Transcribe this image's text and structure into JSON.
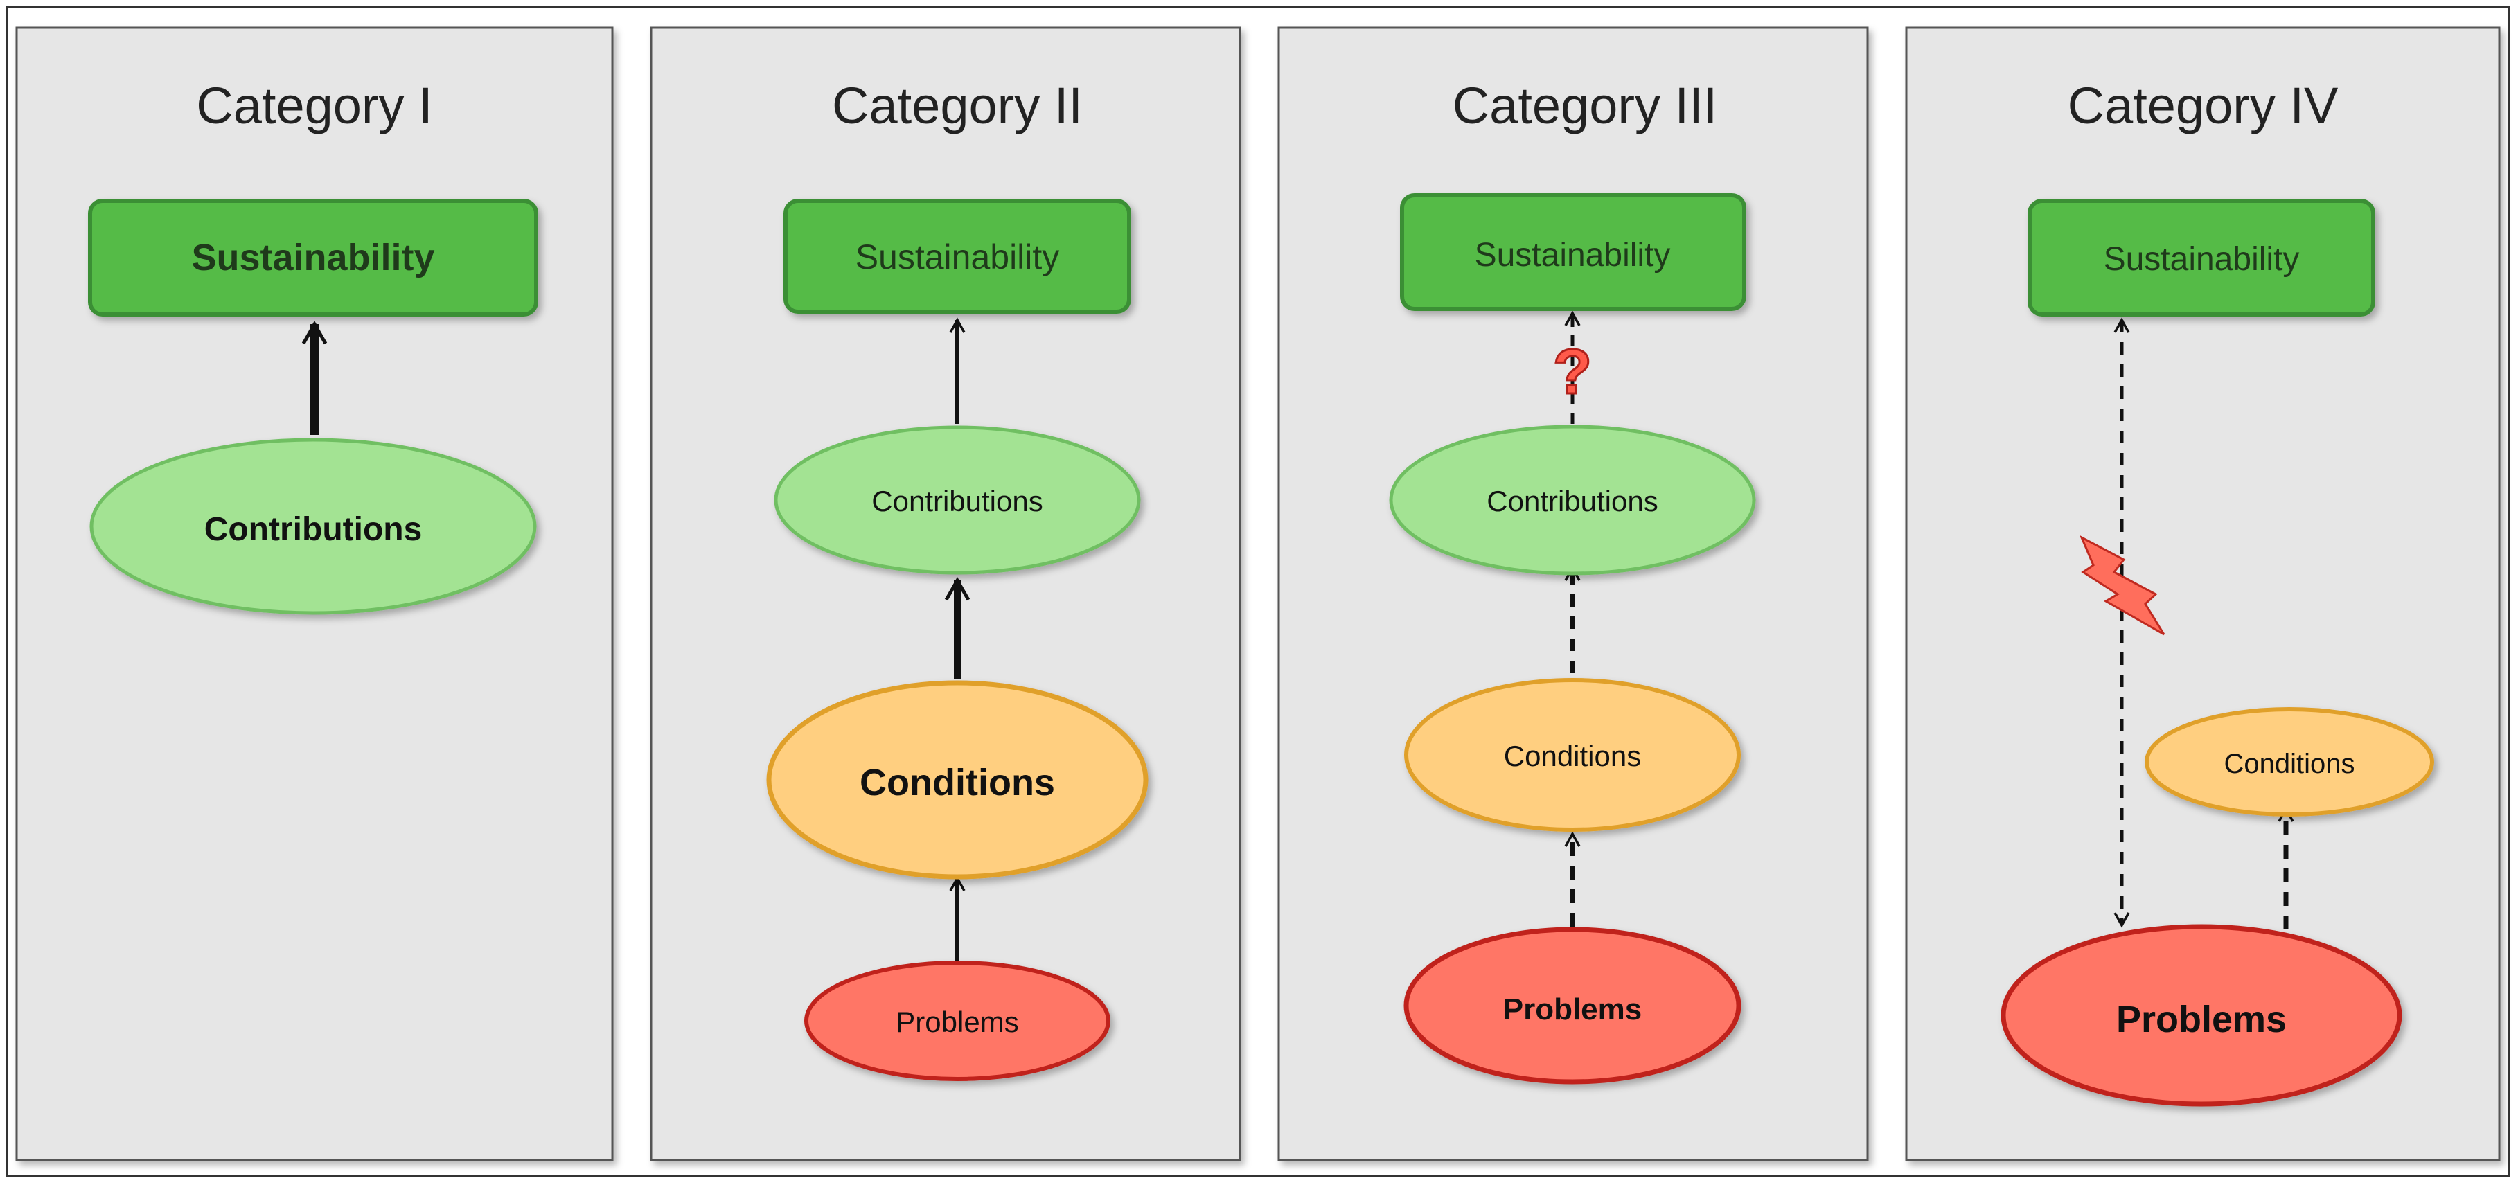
{
  "categories": [
    {
      "title": "Category I"
    },
    {
      "title": "Category II"
    },
    {
      "title": "Category III"
    },
    {
      "title": "Category IV"
    }
  ],
  "nodes": {
    "sustainability": "Sustainability",
    "contributions": "Contributions",
    "conditions": "Conditions",
    "problems": "Problems"
  },
  "colors": {
    "sustainability_fill": "#55bb47",
    "sustainability_stroke": "#3a8f34",
    "contributions_fill": "#a3e393",
    "contributions_stroke": "#6fbf62",
    "conditions_fill": "#ffcf80",
    "conditions_stroke": "#e0a02a",
    "problems_fill": "#ff7666",
    "problems_stroke": "#c0241b",
    "panel_bg": "#e6e6e6"
  },
  "icons": [
    "question-mark-icon",
    "lightning-bolt-icon"
  ]
}
